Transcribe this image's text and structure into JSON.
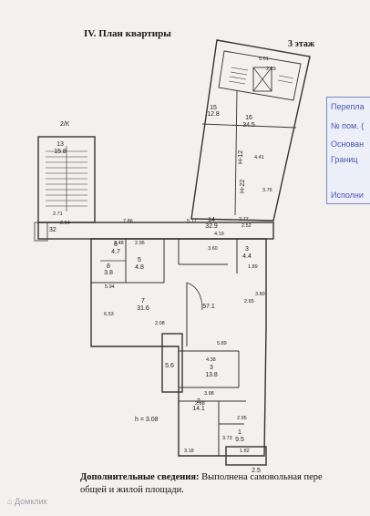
{
  "header": {
    "title": "IV. План квартиры",
    "floor": "3 этаж"
  },
  "stamp": {
    "lines": [
      "Перепла",
      "№ пом. (",
      "Основан",
      "Границ",
      "Исполни"
    ]
  },
  "plan": {
    "section_label": "2/К",
    "height_label": "h = 3.08",
    "rooms": [
      {
        "num": "13",
        "area": "15.8"
      },
      {
        "num": "15",
        "area": "12.8"
      },
      {
        "num": "16",
        "area": "34.5"
      },
      {
        "num": "14",
        "area": "32.9"
      },
      {
        "num": "3",
        "area": "4.4"
      },
      {
        "num": "6",
        "area": "4.7"
      },
      {
        "num": "5",
        "area": "4.8"
      },
      {
        "num": "8",
        "area": "3.8"
      },
      {
        "num": "7",
        "area": "31.6"
      },
      {
        "num": "",
        "area": "57.1"
      },
      {
        "num": "",
        "area": "5.6"
      },
      {
        "num": "3",
        "area": "13.8"
      },
      {
        "num": "2",
        "area": "14.1"
      },
      {
        "num": "1",
        "area": "9.5"
      },
      {
        "num": "",
        "area": "2.5"
      }
    ],
    "dimensions": [
      "5.01",
      "2.29",
      "2.77",
      "4.41",
      "3.76",
      "2.71",
      "2.64",
      "7.86",
      "5.17",
      "4.19",
      "2.52",
      "3.48",
      "2.96",
      "3.60",
      "1.89",
      "5.94",
      "2.65",
      "6.53",
      "3.80",
      "5.89",
      "4.38",
      "3.98",
      "2.88",
      "2.95",
      "3.73",
      "1.82",
      "3.18",
      "2.08"
    ],
    "corridor_labels": [
      "Н-12",
      "Н-22"
    ],
    "ext_label": "32"
  },
  "notes": {
    "label": "Дополнительные сведения:",
    "text": " Выполнена самовольная пере",
    "line2": "общей и жилой площади."
  },
  "watermark": "Домклик"
}
